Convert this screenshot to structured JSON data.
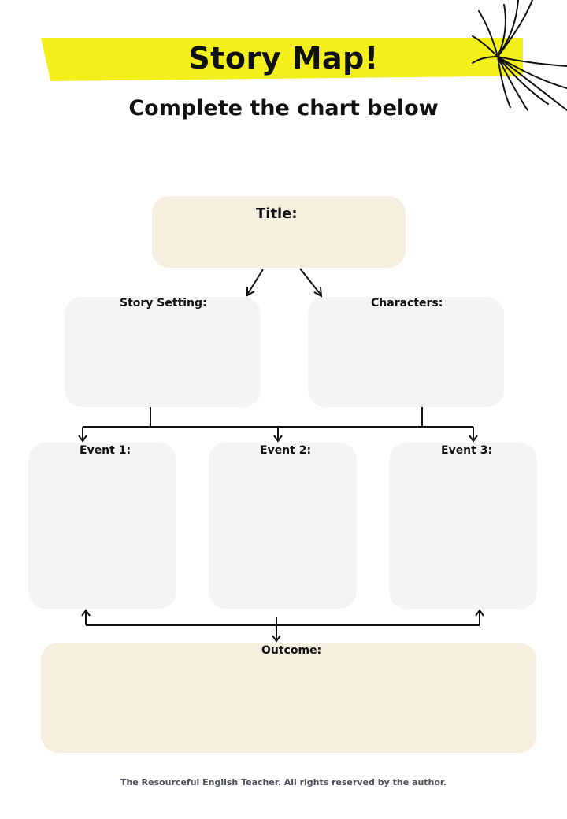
{
  "header": {
    "title": "Story Map!",
    "subtitle": "Complete the chart below"
  },
  "boxes": {
    "title_label": "Title:",
    "setting_label": "Story Setting:",
    "characters_label": "Characters:",
    "event1_label": "Event 1:",
    "event2_label": "Event 2:",
    "event3_label": "Event 3:",
    "outcome_label": "Outcome:"
  },
  "footer": {
    "text": "The Resourceful English Teacher. All rights reserved by the author."
  },
  "colors": {
    "banner": "#f2ef1b",
    "beige_box": "#f4efdf",
    "gray_box": "#f3f4f6",
    "line": "#111111"
  },
  "icons": {
    "corner_decoration": "open-book-icon"
  }
}
